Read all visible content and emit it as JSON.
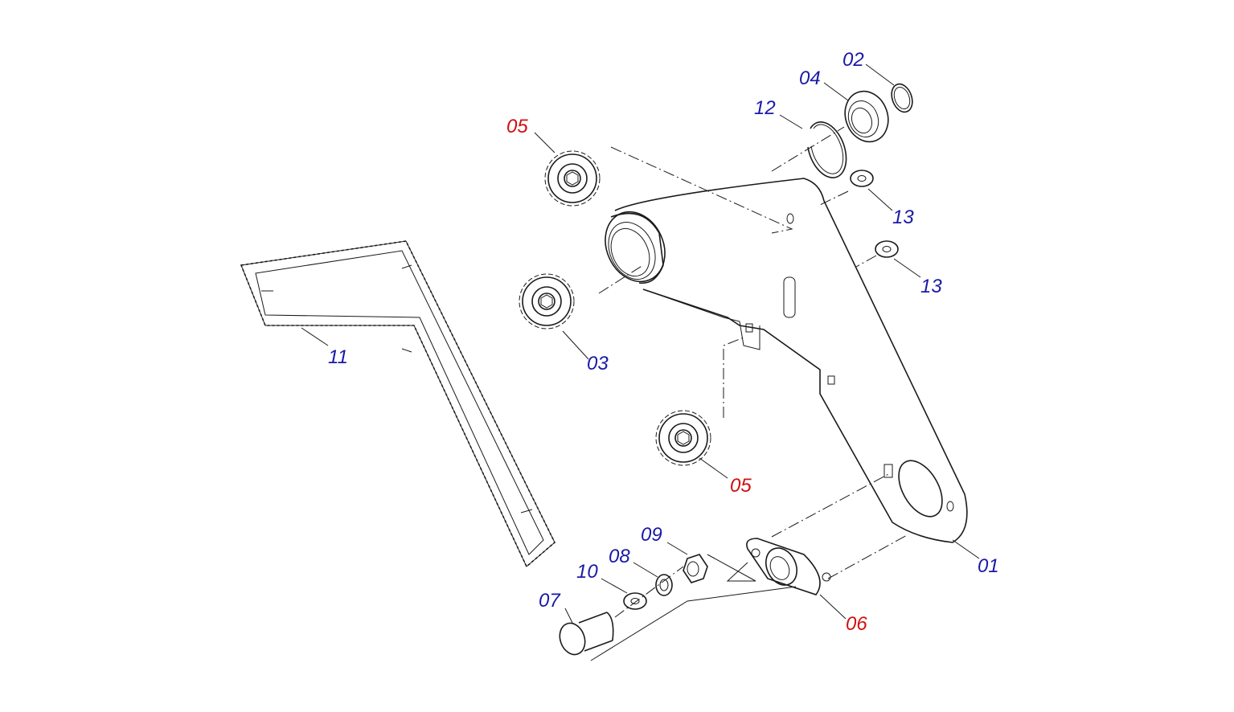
{
  "diagram": {
    "colors": {
      "std_label": "#1a1aa8",
      "highlight_label": "#d01010",
      "line": "#1a1a1a",
      "background": "#ffffff"
    },
    "callouts": [
      {
        "id": "c01",
        "label": "01",
        "color": "#1a1aa8"
      },
      {
        "id": "c02",
        "label": "02",
        "color": "#1a1aa8"
      },
      {
        "id": "c03",
        "label": "03",
        "color": "#1a1aa8"
      },
      {
        "id": "c04",
        "label": "04",
        "color": "#1a1aa8"
      },
      {
        "id": "c05a",
        "label": "05",
        "color": "#d01010"
      },
      {
        "id": "c05b",
        "label": "05",
        "color": "#d01010"
      },
      {
        "id": "c06",
        "label": "06",
        "color": "#d01010"
      },
      {
        "id": "c07",
        "label": "07",
        "color": "#1a1aa8"
      },
      {
        "id": "c08",
        "label": "08",
        "color": "#1a1aa8"
      },
      {
        "id": "c09",
        "label": "09",
        "color": "#1a1aa8"
      },
      {
        "id": "c10",
        "label": "10",
        "color": "#1a1aa8"
      },
      {
        "id": "c11",
        "label": "11",
        "color": "#1a1aa8"
      },
      {
        "id": "c12",
        "label": "12",
        "color": "#1a1aa8"
      },
      {
        "id": "c13a",
        "label": "13",
        "color": "#1a1aa8"
      },
      {
        "id": "c13b",
        "label": "13",
        "color": "#1a1aa8"
      }
    ]
  }
}
